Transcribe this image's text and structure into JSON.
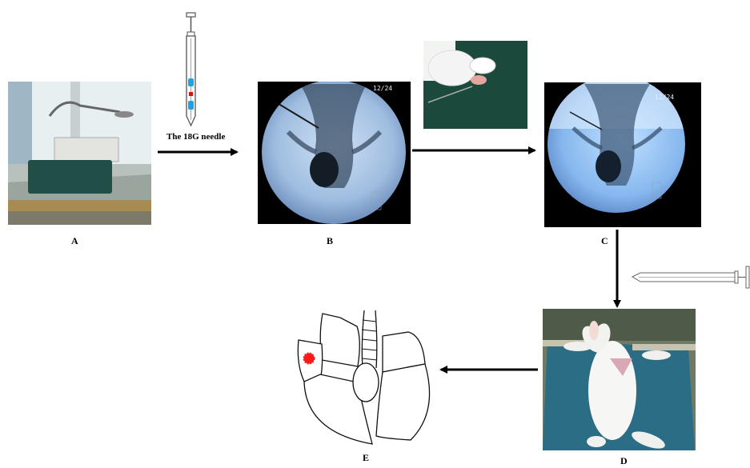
{
  "labels": {
    "needle": "The 18G needle",
    "panel_a": "A",
    "panel_b": "B",
    "panel_c": "C",
    "panel_d": "D",
    "panel_e": "E"
  },
  "xray_b": {
    "frame_counter": "12/24"
  },
  "xray_c": {
    "frame_counter": "12/24"
  },
  "colors": {
    "arrow": "#000000",
    "xray_background": "#000000",
    "drape": "#1f4f46",
    "needle_marker_blue": "#1ba3e8",
    "needle_marker_red": "#e01010",
    "lesion_marker": "#ff1a1a"
  }
}
